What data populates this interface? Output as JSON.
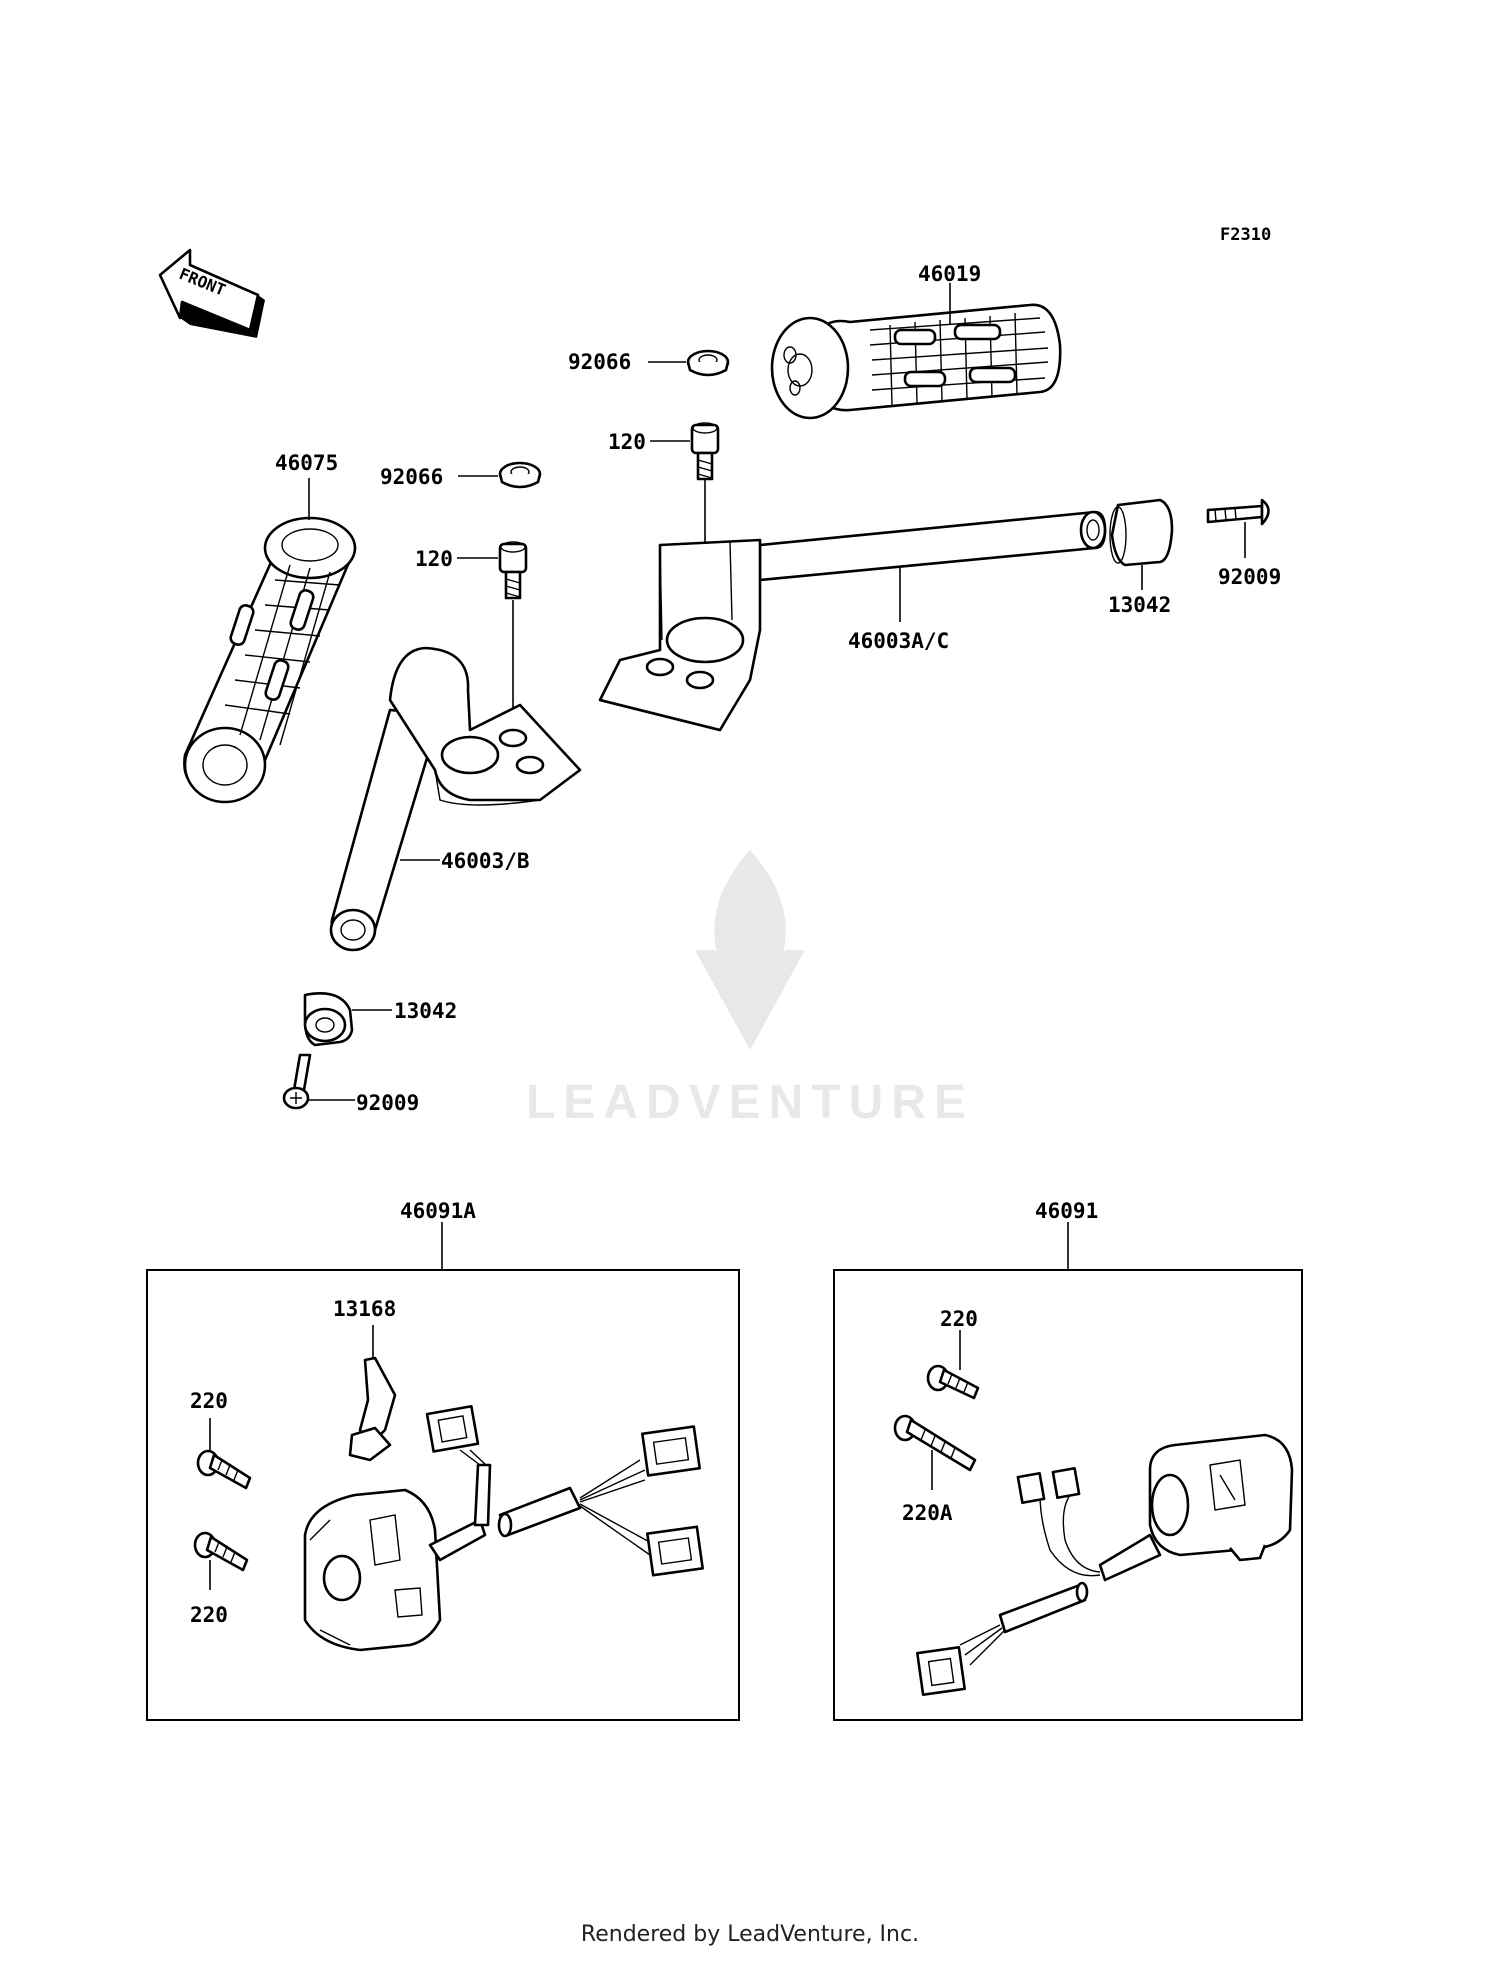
{
  "figure_code": "F2310",
  "front_arrow_text": "FRONT",
  "watermark": "LEADVENTURE",
  "callouts": {
    "grip_right": "46019",
    "grip_left": "46075",
    "cap_upper": "92066",
    "cap_lower": "92066",
    "bolt_upper": "120",
    "bolt_lower": "120",
    "handlebar_right": "46003A/C",
    "handlebar_left": "46003/B",
    "weight_right": "13042",
    "weight_left": "13042",
    "screw_right": "92009",
    "screw_left": "92009"
  },
  "left_switch_box": {
    "title": "46091A",
    "lever_label": "13168",
    "screw_top_label": "220",
    "screw_bottom_label": "220"
  },
  "right_switch_box": {
    "title": "46091",
    "screw_top_label": "220",
    "screw_long_label": "220A"
  },
  "footer": "Rendered by LeadVenture, Inc."
}
